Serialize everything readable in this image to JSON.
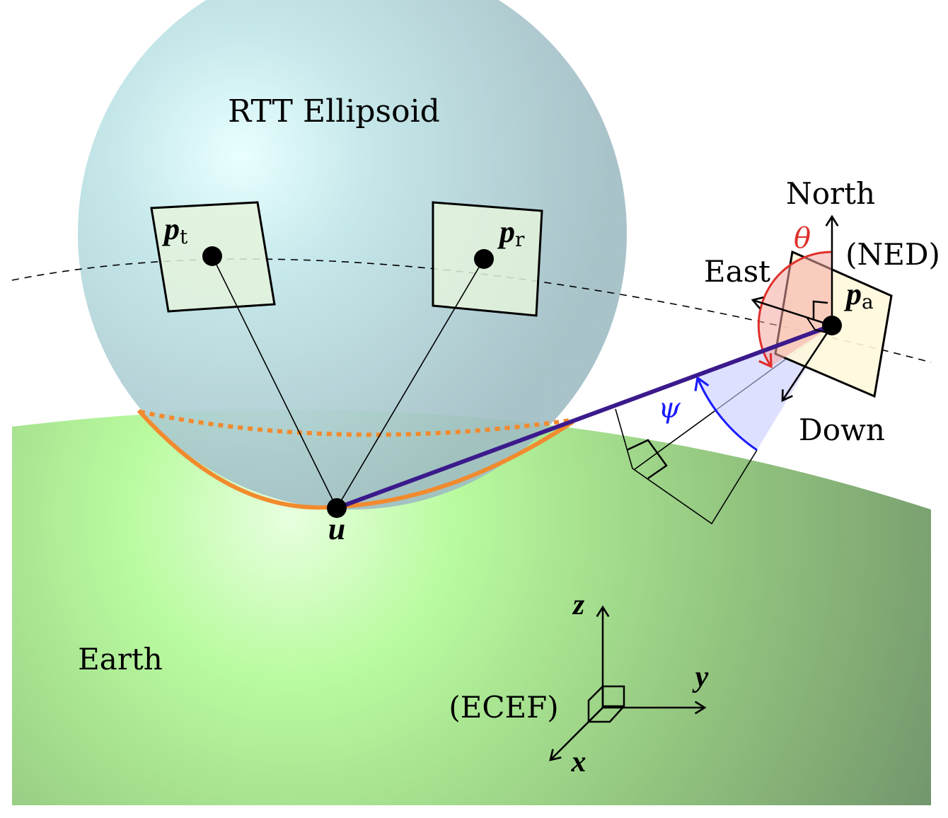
{
  "labels": {
    "ellipsoid": "RTT Ellipsoid",
    "earth": "Earth",
    "north": "North",
    "east": "East",
    "down": "Down",
    "ned": "(NED)",
    "ecef": "(ECEF)",
    "theta": "θ",
    "psi": "ψ",
    "pt_base": "p",
    "pt_sub": "t",
    "pr_base": "p",
    "pr_sub": "r",
    "pa_base": "p",
    "pa_sub": "a",
    "u": "u",
    "axis_x": "x",
    "axis_y": "y",
    "axis_z": "z"
  },
  "colors": {
    "earth_light": "#e8ffe0",
    "earth_mid": "#b9fb9f",
    "earth_dark": "#6e8f6a",
    "ellipsoid_light": "#e6ffff",
    "ellipsoid_mid": "#bfe5e8",
    "ellipsoid_dark": "#9fbcc3",
    "footprint_orange": "#f28a2e",
    "user_link_purple": "#3b1a8c",
    "theta_red": "#e0302a",
    "psi_blue": "#1a1aff",
    "antenna_fill": "#fff8dc",
    "panel_fill": "#e4f3dc"
  }
}
